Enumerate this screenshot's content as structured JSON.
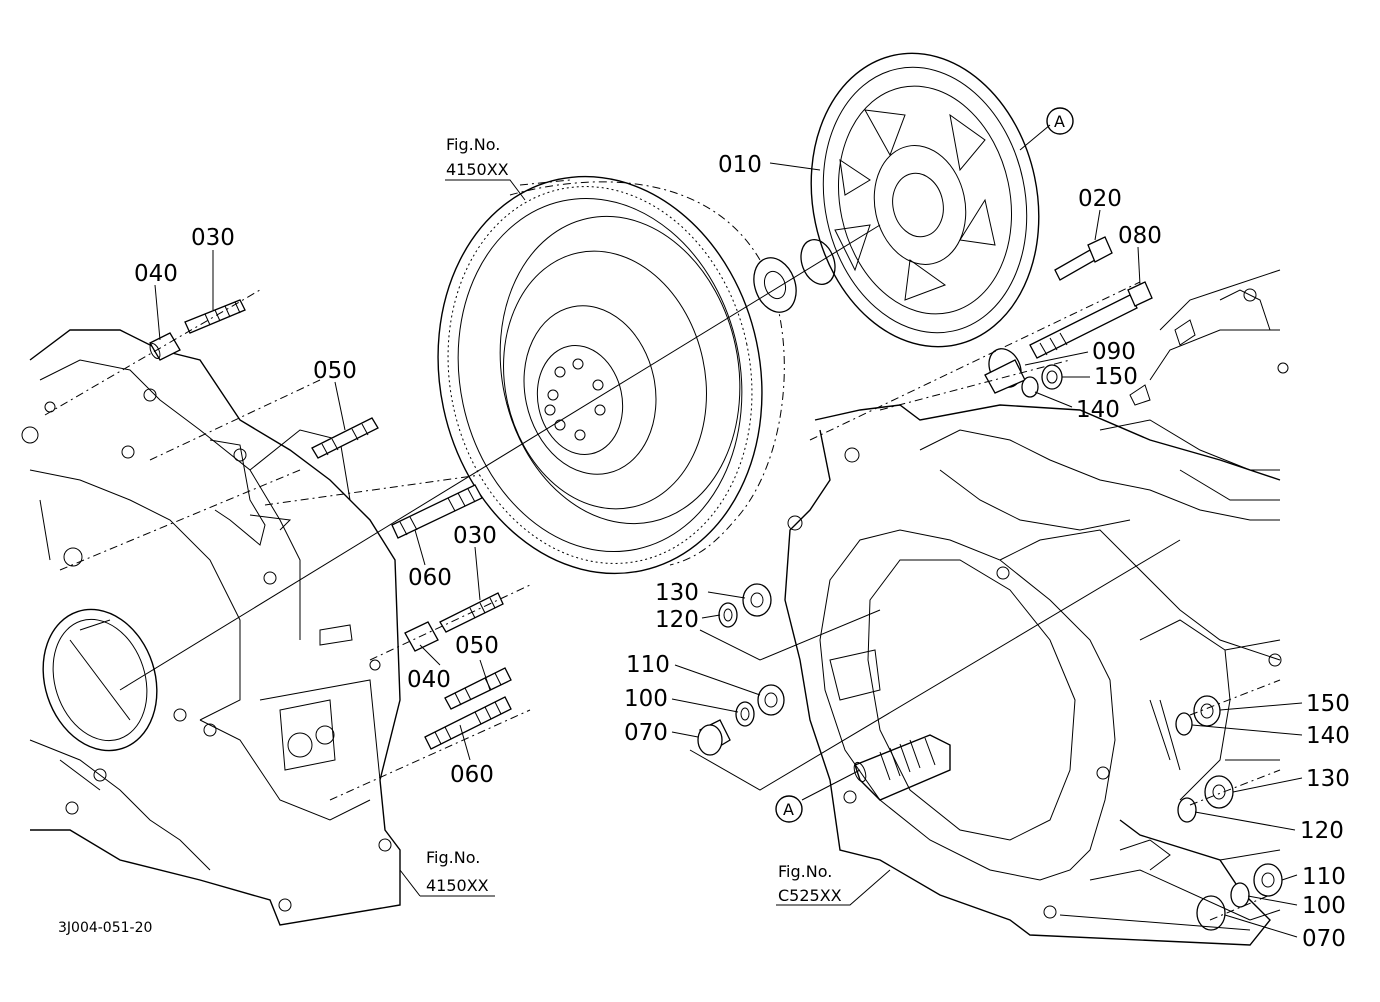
{
  "diagram_code": "3J004-051-20",
  "fig_refs": {
    "top": {
      "line1": "Fig.No.",
      "line2": "4150XX"
    },
    "bottom_left": {
      "line1": "Fig.No.",
      "line2": "4150XX"
    },
    "bottom_right": {
      "line1": "Fig.No.",
      "line2": "C525XX"
    }
  },
  "callout_a": "A",
  "parts": {
    "p010": "010",
    "p020": "020",
    "p080": "080",
    "p090": "090",
    "p150a": "150",
    "p140a": "140",
    "p030a": "030",
    "p040a": "040",
    "p050a": "050",
    "p060a": "060",
    "p030b": "030",
    "p040b": "040",
    "p050b": "050",
    "p060b": "060",
    "p130a": "130",
    "p120a": "120",
    "p110a": "110",
    "p100a": "100",
    "p070a": "070",
    "p150b": "150",
    "p140b": "140",
    "p130b": "130",
    "p120b": "120",
    "p110b": "110",
    "p100b": "100",
    "p070b": "070"
  }
}
